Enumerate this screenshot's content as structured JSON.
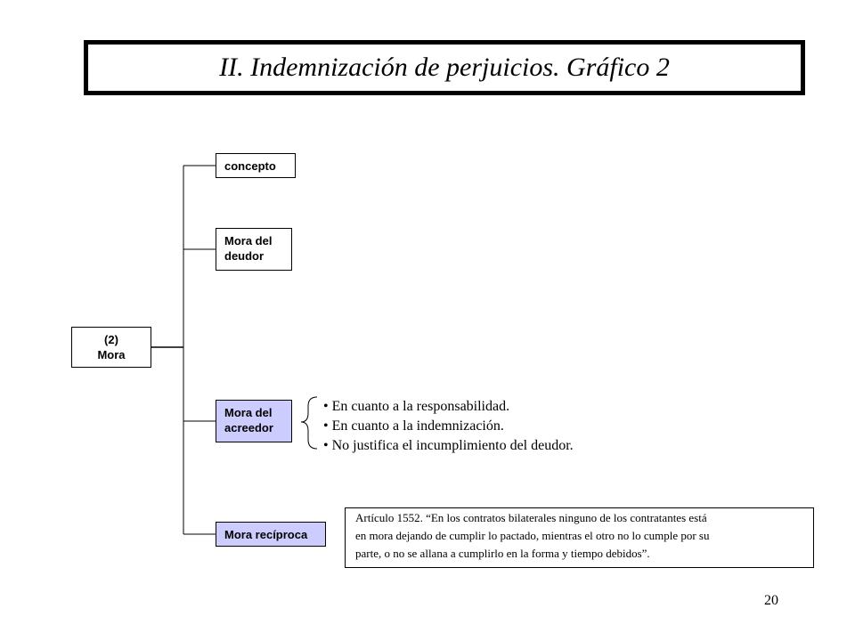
{
  "slide": {
    "title": "II. Indemnización de perjuicios. Gráfico 2",
    "page_number": "20"
  },
  "tree": {
    "root": {
      "line1": "(2)",
      "line2": "Mora"
    },
    "branches": {
      "concepto": {
        "line1": "concepto"
      },
      "mora_deudor": {
        "line1": "Mora del",
        "line2": "deudor"
      },
      "mora_acreedor": {
        "line1": "Mora del",
        "line2": "acreedor",
        "fill": "#ccccff"
      },
      "mora_reciproca": {
        "line1": "Mora recíproca",
        "fill": "#ccccff"
      }
    }
  },
  "acreedor_points": [
    "En cuanto a la responsabilidad.",
    "En cuanto a la indemnización.",
    "No justifica el incumplimiento del deudor."
  ],
  "article": {
    "line1": "Artículo 1552. “En los contratos bilaterales ninguno de los contratantes está",
    "line2": "en mora dejando de cumplir lo pactado, mientras el otro no lo cumple por su",
    "line3": "parte, o no se allana a cumplirlo en la forma y tiempo debidos”."
  }
}
